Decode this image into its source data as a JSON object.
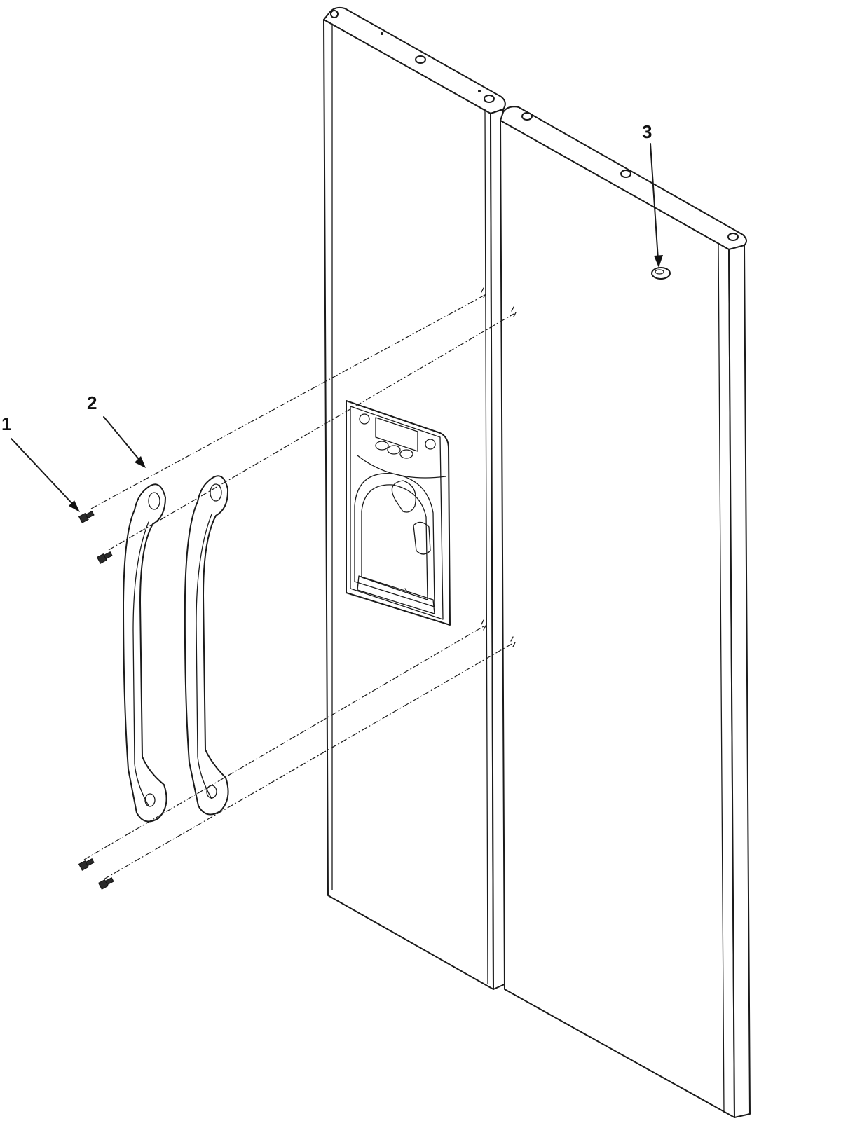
{
  "callouts": [
    {
      "id": "1",
      "label": "1"
    },
    {
      "id": "2",
      "label": "2"
    },
    {
      "id": "3",
      "label": "3"
    }
  ],
  "colors": {
    "line": "#1a1a1a",
    "background": "#ffffff"
  },
  "icons": [
    "screw-icon",
    "door-handle-icon",
    "dispenser-icon",
    "plug-button-icon"
  ]
}
